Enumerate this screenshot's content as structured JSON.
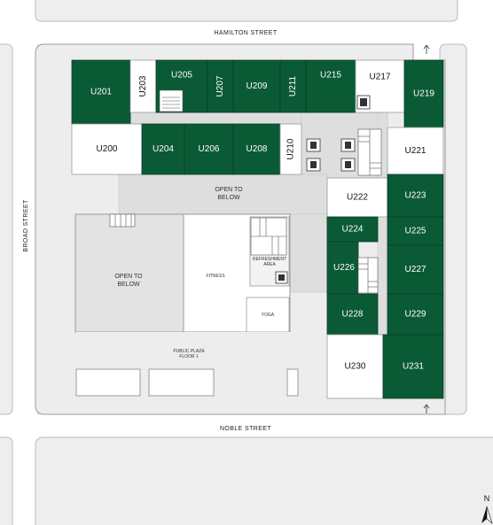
{
  "streets": {
    "north": "HAMILTON STREET",
    "south": "NOBLE STREET",
    "west": "BROAD STREET"
  },
  "compass": {
    "label": "N"
  },
  "areas": {
    "open_to_below_top": [
      "OPEN TO",
      "BELOW"
    ],
    "open_to_below_left": [
      "OPEN TO",
      "BELOW"
    ],
    "fitness": "FITNESS",
    "refreshment": [
      "REFRESHMENT",
      "AREA"
    ],
    "yoga": "YOGA",
    "plaza": [
      "PUBLIC PLAZA",
      "FLOOR 1"
    ]
  },
  "units": [
    {
      "id": "U201",
      "status": "leased"
    },
    {
      "id": "U203",
      "status": "available"
    },
    {
      "id": "U205",
      "status": "leased"
    },
    {
      "id": "U207",
      "status": "leased"
    },
    {
      "id": "U209",
      "status": "leased"
    },
    {
      "id": "U211",
      "status": "leased"
    },
    {
      "id": "U215",
      "status": "leased"
    },
    {
      "id": "U217",
      "status": "available"
    },
    {
      "id": "U219",
      "status": "leased"
    },
    {
      "id": "U200",
      "status": "available"
    },
    {
      "id": "U204",
      "status": "leased"
    },
    {
      "id": "U206",
      "status": "leased"
    },
    {
      "id": "U208",
      "status": "leased"
    },
    {
      "id": "U210",
      "status": "available"
    },
    {
      "id": "U221",
      "status": "available"
    },
    {
      "id": "U222",
      "status": "available"
    },
    {
      "id": "U223",
      "status": "leased"
    },
    {
      "id": "U224",
      "status": "leased"
    },
    {
      "id": "U225",
      "status": "leased"
    },
    {
      "id": "U226",
      "status": "leased"
    },
    {
      "id": "U227",
      "status": "leased"
    },
    {
      "id": "U228",
      "status": "leased"
    },
    {
      "id": "U229",
      "status": "leased"
    },
    {
      "id": "U230",
      "status": "available"
    },
    {
      "id": "U231",
      "status": "leased"
    }
  ],
  "colors": {
    "leased": "#0b5a36",
    "available": "#ffffff",
    "leased_text": "#ffffff",
    "available_text": "#111111",
    "corridor": "#dedede",
    "block": "#eeeeee",
    "outline": "#9a9a9a"
  }
}
